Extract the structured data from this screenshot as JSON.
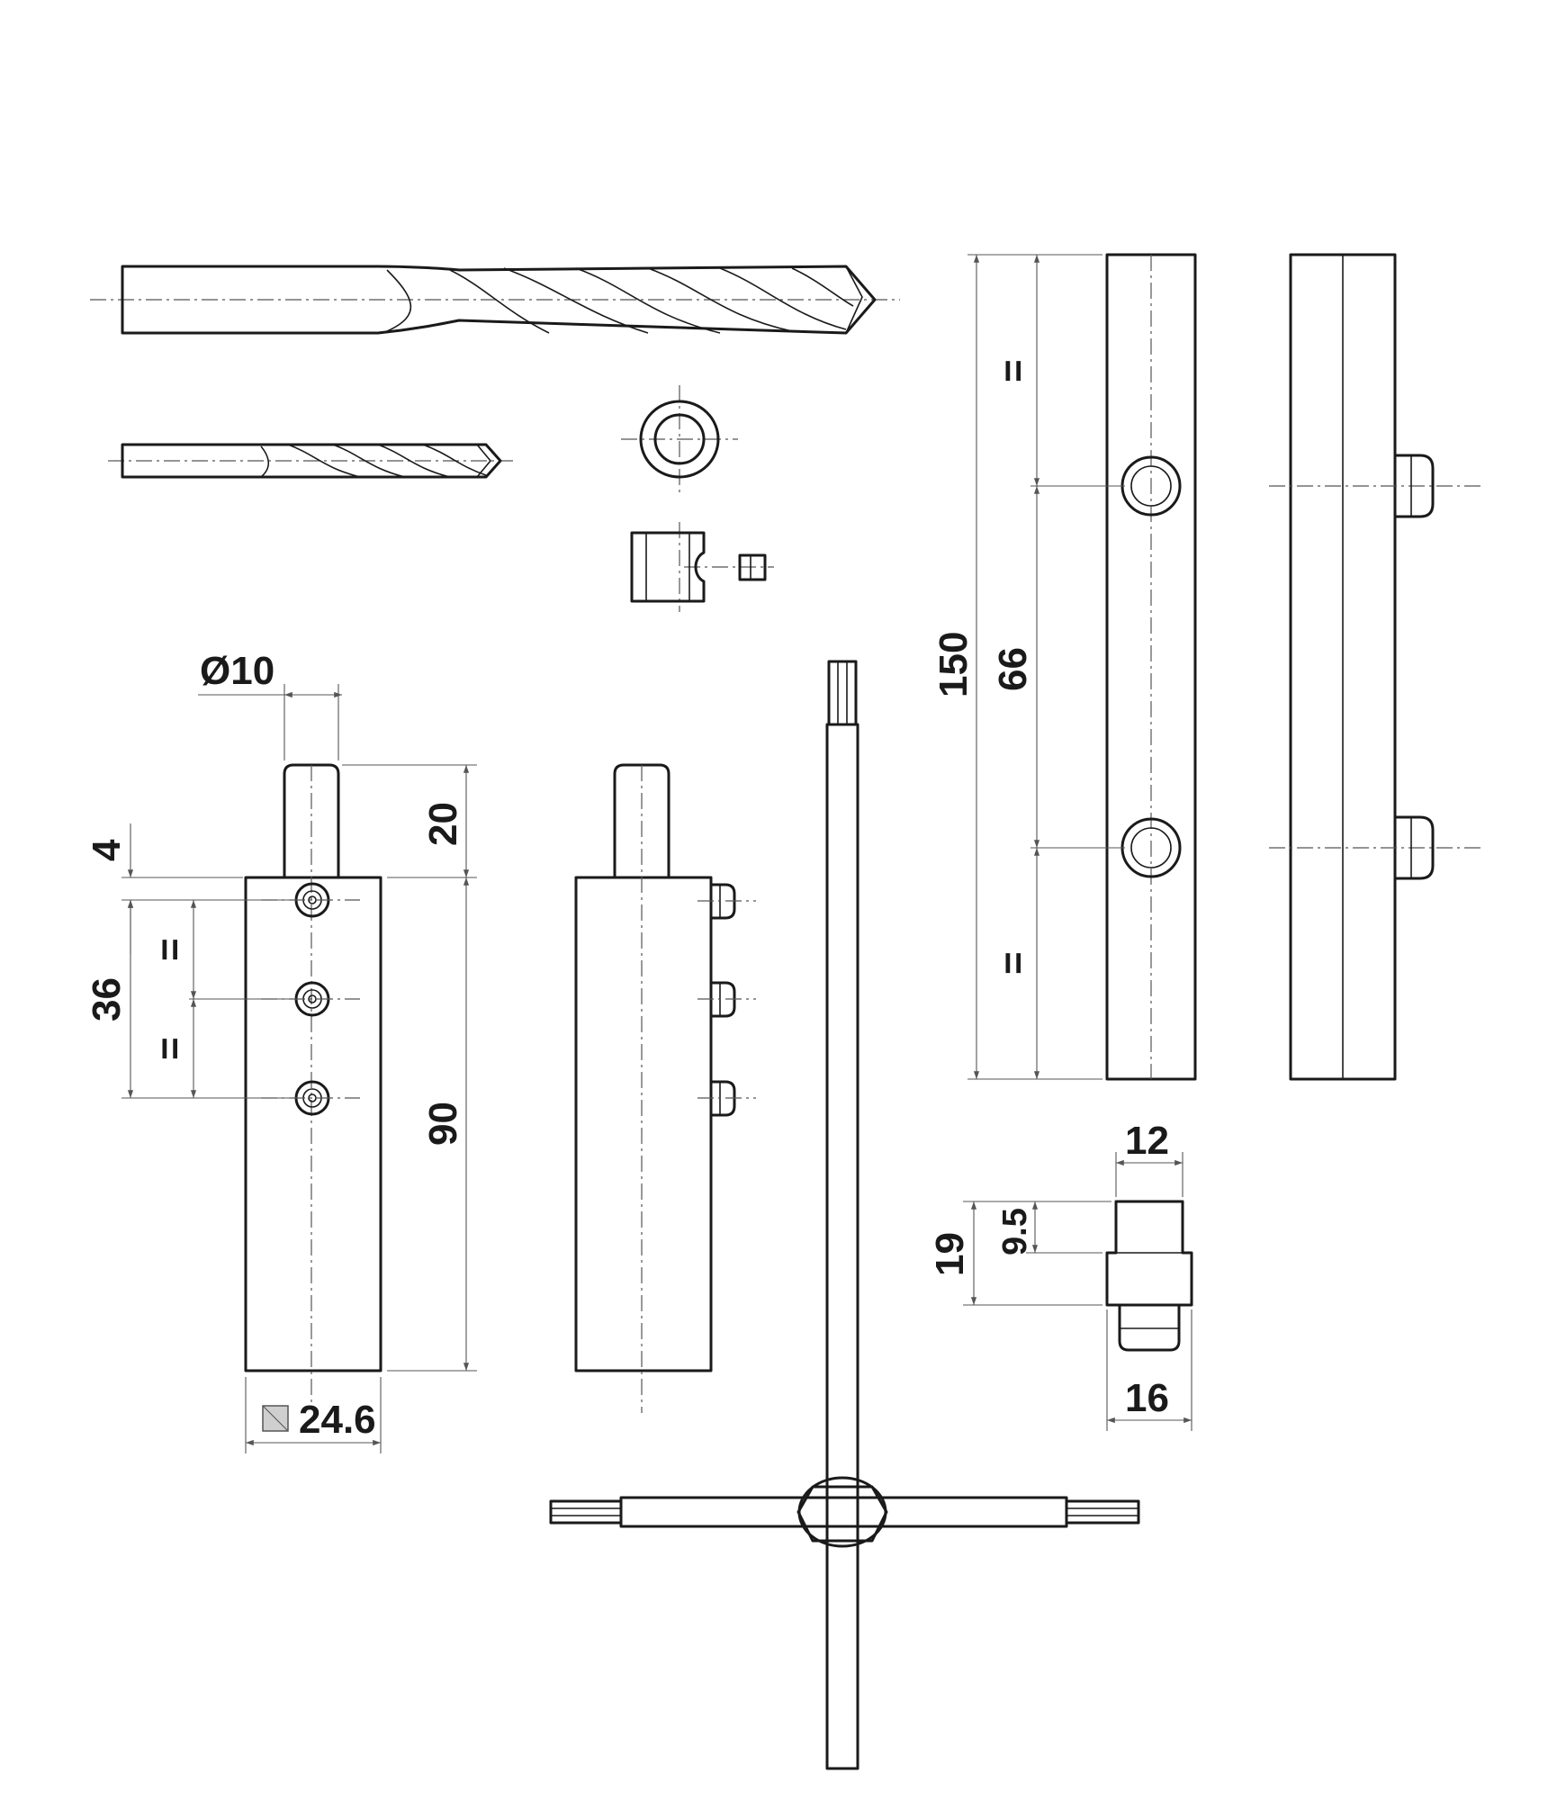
{
  "dimensions": {
    "pin_diameter": "Ø10",
    "pin_length": "20",
    "top_offset": "4",
    "hole_span": "36",
    "equal_upper": "=",
    "equal_lower": "=",
    "body_length": "90",
    "square_size": "24.6",
    "bar_length": "150",
    "bar_hole_spacing": "66",
    "bar_equal_upper": "=",
    "bar_equal_lower": "=",
    "bushing_top_width": "12",
    "bushing_bottom_width": "16",
    "bushing_height": "19",
    "bushing_head_height": "9.5"
  },
  "colors": {
    "line": "#1a1a1a",
    "dimension": "#555555",
    "square_symbol": "#cfcfcf"
  }
}
